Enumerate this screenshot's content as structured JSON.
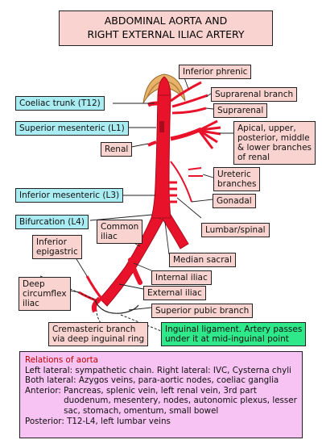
{
  "title": {
    "line1": "ABDOMINAL AORTA AND",
    "line2": "RIGHT EXTERNAL ILIAC ARTERY"
  },
  "labels": {
    "inferior_phrenic": "Inferior phrenic",
    "suprarenal_branch": "Suprarenal branch",
    "suprarenal": "Suprarenal",
    "coeliac_trunk": "Coeliac trunk (T12)",
    "superior_mesenteric": "Superior mesenteric (L1)",
    "renal": "Renal",
    "renal_branches": [
      "Apical, upper,",
      "posterior, middle",
      "& lower branches",
      "of renal"
    ],
    "ureteric": [
      "Ureteric",
      "branches"
    ],
    "inferior_mesenteric": "Inferior mesenteric (L3)",
    "gonadal": "Gonadal",
    "bifurcation": "Bifurcation (L4)",
    "lumbar_spinal": "Lumbar/spinal",
    "common_iliac": [
      "Common",
      "iliac"
    ],
    "inferior_epigastric": [
      "Inferior",
      "epigastric"
    ],
    "median_sacral": "Median sacral",
    "internal_iliac": "Internal iliac",
    "deep_circumflex_iliac": [
      "Deep",
      "circumflex",
      "iliac"
    ],
    "external_iliac": "External iliac",
    "superior_pubic_branch": "Superior pubic branch",
    "cremasteric": [
      "Cremasteric branch",
      "via deep inguinal ring"
    ],
    "inguinal_ligament": [
      "Inguinal ligament. Artery passes",
      "under it at mid-inguinal point"
    ]
  },
  "relations": {
    "heading": "Relations of aorta",
    "left_lateral_key": "Left lateral:",
    "left_lateral": "sympathetic chain. Right lateral: IVC, Cysterna chyli",
    "both_lateral_key": "Both lateral:",
    "both_lateral": "Azygos veins, para-aortic nodes, coeliac ganglia",
    "anterior_key": "Anterior:",
    "anterior": "Pancreas, splenic vein, left renal vein, 3rd part duodenum, mesentery, nodes, autonomic plexus, lesser sac, stomach, omentum, small bowel",
    "posterior_key": "Posterior:",
    "posterior": "T12-L4, left lumbar veins"
  },
  "colors": {
    "artery": "#e8132b",
    "artery_dark": "#a80c1c",
    "crus": "#e7b36a",
    "label_pink": "#f8d3cf",
    "label_cyan": "#a9ecf2",
    "label_green": "#2fe88a",
    "relations_bg": "#f6c3f2"
  }
}
